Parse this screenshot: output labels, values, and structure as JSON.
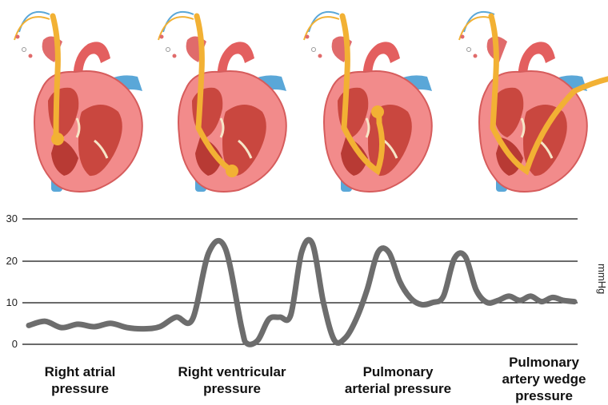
{
  "panels": [
    {
      "caption_line1": "Right atrial",
      "caption_line2": "pressure",
      "caption_line3": "",
      "catheter_tip": "right-atrium"
    },
    {
      "caption_line1": "Right ventricular",
      "caption_line2": "pressure",
      "caption_line3": "",
      "catheter_tip": "right-ventricle"
    },
    {
      "caption_line1": "Pulmonary",
      "caption_line2": "arterial pressure",
      "caption_line3": "",
      "catheter_tip": "pulmonary-artery"
    },
    {
      "caption_line1": "Pulmonary",
      "caption_line2": "artery wedge",
      "caption_line3": "pressure",
      "catheter_tip": "pulmonary-artery-wedge"
    }
  ],
  "chart_data": {
    "type": "line",
    "ylabel": "mmHg",
    "yticks": [
      "30",
      "20",
      "10",
      "0"
    ],
    "ylim": [
      0,
      30
    ],
    "grid": true,
    "series": [
      {
        "color": "#6d6d6d",
        "x": [
          0,
          3,
          6,
          9,
          12,
          15,
          18,
          21,
          24,
          27,
          30,
          33,
          36,
          39,
          40,
          42,
          44,
          46,
          48,
          50,
          52,
          54,
          56,
          58,
          60,
          62,
          64,
          66,
          68,
          70,
          72,
          74,
          76,
          78,
          80,
          82,
          84,
          86,
          88,
          90,
          92,
          94,
          96,
          98,
          100
        ],
        "y": [
          4.5,
          5.5,
          4,
          4.8,
          4.2,
          5,
          4,
          3.7,
          4.2,
          6.5,
          6.0,
          22,
          23,
          4,
          0.2,
          1.0,
          6,
          6.5,
          7,
          22,
          24,
          10,
          1,
          1.5,
          6,
          13,
          22,
          22,
          15,
          11,
          9.5,
          10,
          11.5,
          20.5,
          21,
          13,
          10,
          10.5,
          11.5,
          10.5,
          11.5,
          10.2,
          11.2,
          10.5,
          10.2
        ]
      }
    ],
    "colors": {
      "grid": "#111111",
      "trace": "#6d6d6d",
      "myocardium": "#e06b6b",
      "vena_cava": "#5aa7d8",
      "catheter": "#f2b134"
    }
  }
}
